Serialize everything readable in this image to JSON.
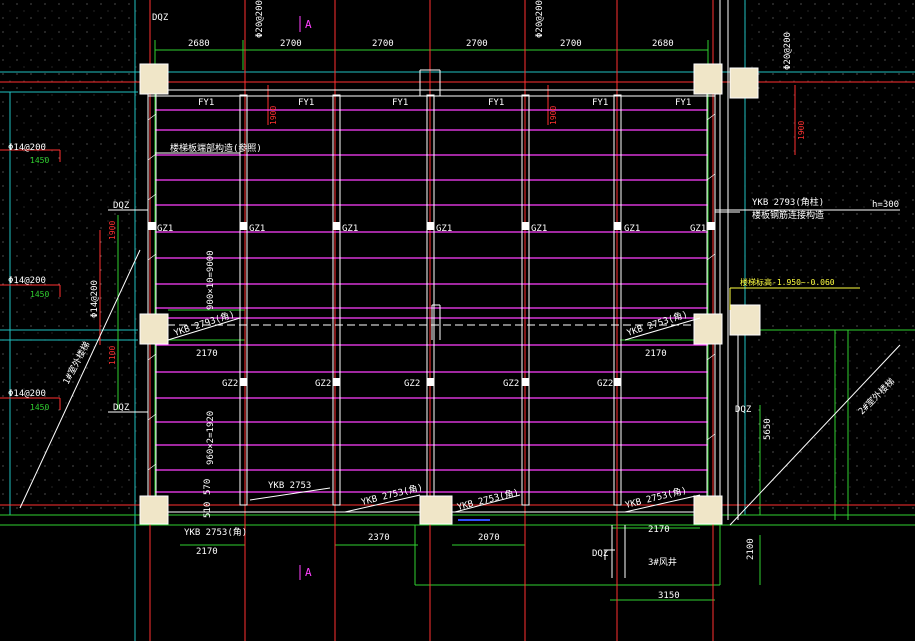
{
  "palette": {
    "background": "#000000",
    "wall": "#ffffff",
    "beam": "#ff40ff",
    "dimension": "#30d030",
    "rebar": "#ff3030",
    "axis_cyan": "#20c0c0",
    "note_yellow": "#ffff40",
    "column": "#f0e6c8"
  },
  "section_mark": "A",
  "top_dims": [
    "2680",
    "2700",
    "2700",
    "2700",
    "2700",
    "2680"
  ],
  "top_rebar": [
    "Φ20@200",
    "Φ20@200",
    "Φ20@200"
  ],
  "fy_label": "FY1",
  "gz1_label": "GZ1",
  "gz2_label": "GZ2",
  "dqz_label": "DQZ",
  "ykb_labels": {
    "right_top": "YKB 2793(角柱)",
    "left_mid": "YKB 2793(角)",
    "right_mid": "YKB 2753(角)",
    "bottom_1": "YKB 2753",
    "bottom_2": "YKB 2753(角)",
    "bottom_3": "YKB 2753(角)",
    "bottom_4": "YKB 2753(角)",
    "bottom_left": "YKB 2753(角)"
  },
  "notes": {
    "top_note": "楼梯板端部构造(参照)",
    "right_note": "楼板钢筋连接构造",
    "h300": "h=300",
    "elev_note": "楼梯标高-1.950~-0.060"
  },
  "left_rebar": [
    "Φ14@200",
    "Φ14@200",
    "Φ14@200"
  ],
  "left_lengths": [
    "1450",
    "1450",
    "1450"
  ],
  "left_vert_rebar": "Φ14@200",
  "stair_labels": {
    "left": "1#室外楼梯",
    "right": "2#室外楼梯",
    "shaft": "3#风井"
  },
  "vertical_dims": {
    "d1": "1900",
    "d2": "1900",
    "d3": "1900",
    "d4": "1100",
    "d5": "900×10=9000",
    "d6": "960×2=1920",
    "d7": "570",
    "d8": "510",
    "d9": "5650",
    "d10": "2100"
  },
  "bottom_dims": {
    "b1": "2170",
    "b2": "2170",
    "b3": "2170",
    "b4": "2370",
    "b5": "2070",
    "b6": "2170",
    "b7": "3150"
  }
}
